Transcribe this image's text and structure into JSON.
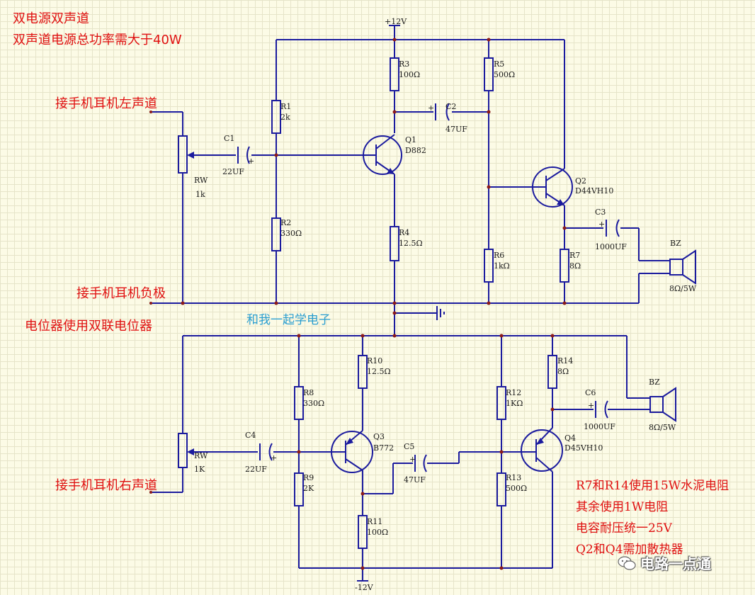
{
  "title": {
    "line1": "双电源双声道",
    "line2": "双声道电源总功率需大于40W"
  },
  "rails": {
    "vcc": "+12V",
    "vee": "-12V"
  },
  "labels": {
    "left_channel": "接手机耳机左声道",
    "negative": "接手机耳机负极",
    "pot_note": "电位器使用双联电位器",
    "right_channel": "接手机耳机右声道"
  },
  "watermark": "和我一起学电子",
  "notes": [
    "R7和R14使用15W水泥电阻",
    "其余使用1W电阻",
    "电容耐压统一25V",
    "Q2和Q4需加散热器"
  ],
  "brand": "电路一点通",
  "components": {
    "rw_top": {
      "ref": "RW",
      "value": "1k"
    },
    "c1": {
      "ref": "C1",
      "value": "22UF"
    },
    "r1": {
      "ref": "R1",
      "value": "2k"
    },
    "r2": {
      "ref": "R2",
      "value": "330Ω"
    },
    "r3": {
      "ref": "R3",
      "value": "100Ω"
    },
    "r4": {
      "ref": "R4",
      "value": "12.5Ω"
    },
    "q1": {
      "ref": "Q1",
      "value": "D882"
    },
    "c2": {
      "ref": "C2",
      "value": "47UF"
    },
    "r5": {
      "ref": "R5",
      "value": "500Ω"
    },
    "r6": {
      "ref": "R6",
      "value": "1kΩ"
    },
    "q2": {
      "ref": "Q2",
      "value": "D44VH10"
    },
    "c3": {
      "ref": "C3",
      "value": "1000UF"
    },
    "r7": {
      "ref": "R7",
      "value": "8Ω"
    },
    "bz_top": {
      "ref": "BZ",
      "value": "8Ω/5W"
    },
    "rw_bot": {
      "ref": "RW",
      "value": "1K"
    },
    "c4": {
      "ref": "C4",
      "value": "22UF"
    },
    "r8": {
      "ref": "R8",
      "value": "330Ω"
    },
    "r9": {
      "ref": "R9",
      "value": "2K"
    },
    "r10": {
      "ref": "R10",
      "value": "12.5Ω"
    },
    "r11": {
      "ref": "R11",
      "value": "100Ω"
    },
    "q3": {
      "ref": "Q3",
      "value": "B772"
    },
    "c5": {
      "ref": "C5",
      "value": "47UF"
    },
    "r12": {
      "ref": "R12",
      "value": "1KΩ"
    },
    "r13": {
      "ref": "R13",
      "value": "500Ω"
    },
    "q4": {
      "ref": "Q4",
      "value": "D45VH10"
    },
    "c6": {
      "ref": "C6",
      "value": "1000UF"
    },
    "r14": {
      "ref": "R14",
      "value": "8Ω"
    },
    "bz_bot": {
      "ref": "BZ",
      "value": "8Ω/5W"
    }
  },
  "colors": {
    "wire": "#1b1b9e",
    "annotation": "#e01010",
    "watermark": "#2a9ed0",
    "junction": "#8b1a1a"
  }
}
